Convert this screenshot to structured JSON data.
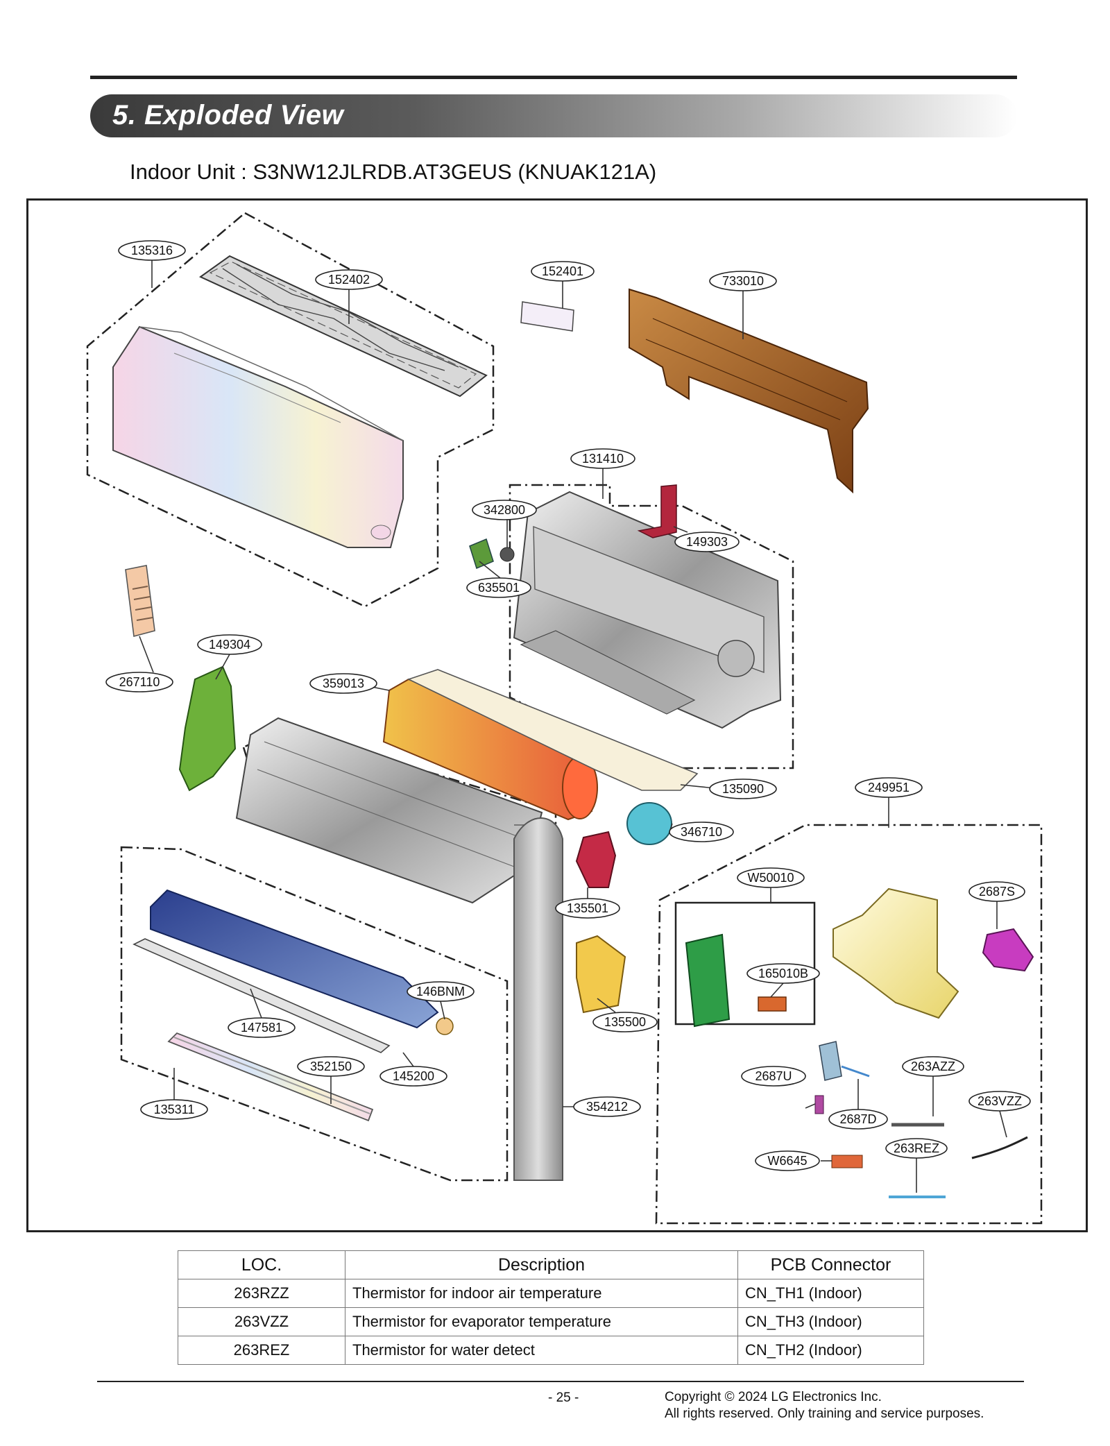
{
  "section": {
    "title": "5. Exploded View"
  },
  "subtitle": "Indoor Unit : S3NW12JLRDB.AT3GEUS (KNUAK121A)",
  "part_labels": {
    "p135316": "135316",
    "p152402": "152402",
    "p152401": "152401",
    "p733010": "733010",
    "p131410": "131410",
    "p342800": "342800",
    "p149303": "149303",
    "p635501": "635501",
    "p267110": "267110",
    "p149304": "149304",
    "p359013": "359013",
    "p135090": "135090",
    "p249951": "249951",
    "p346710": "346710",
    "pW50010": "W50010",
    "p2687S": "2687S",
    "p135501": "135501",
    "p165010B": "165010B",
    "p146BNM": "146BNM",
    "p135500": "135500",
    "p147581": "147581",
    "p145200": "145200",
    "p352150": "352150",
    "p135311": "135311",
    "p354212": "354212",
    "p2687U": "2687U",
    "p263AZZ": "263AZZ",
    "p2687D": "2687D",
    "p263VZZ": "263VZZ",
    "pW6645": "W6645",
    "p263REZ": "263REZ"
  },
  "table": {
    "headers": [
      "LOC.",
      "Description",
      "PCB Connector"
    ],
    "rows": [
      [
        "263RZZ",
        "Thermistor for indoor air temperature",
        "CN_TH1 (Indoor)"
      ],
      [
        "263VZZ",
        "Thermistor for evaporator temperature",
        "CN_TH3 (Indoor)"
      ],
      [
        "263REZ",
        "Thermistor for water detect",
        "CN_TH2 (Indoor)"
      ]
    ]
  },
  "footer": {
    "page": "- 25 -",
    "copyright_line1": "Copyright © 2024 LG Electronics Inc.",
    "copyright_line2": "All rights reserved. Only training and service purposes."
  },
  "colors": {
    "banner_dark": "#3a3a3a",
    "frame": "#222222",
    "table_border": "#777777"
  }
}
